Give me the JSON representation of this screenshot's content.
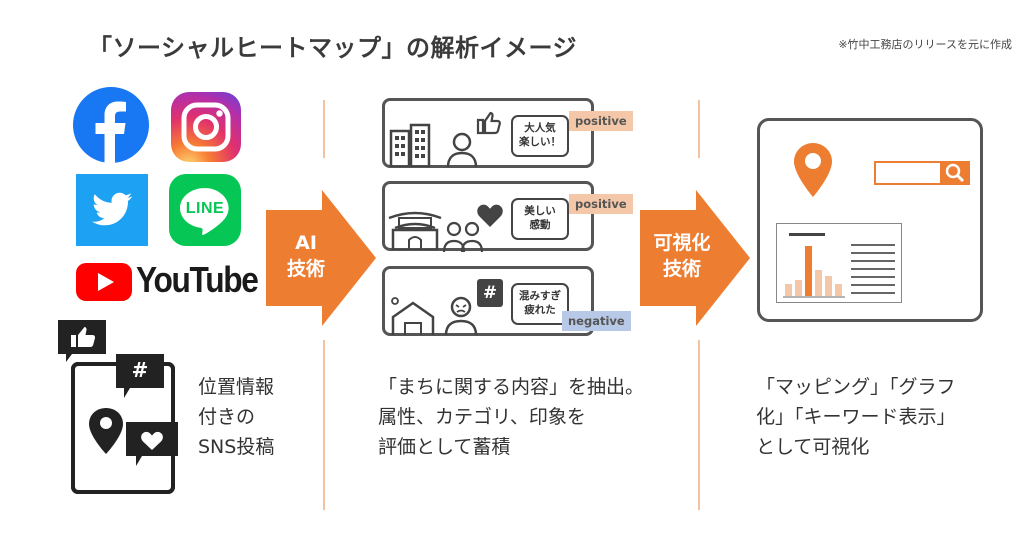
{
  "title": "「ソーシャルヒートマップ」の解析イメージ",
  "source_note": "※竹中工務店のリリースを元に作成",
  "colors": {
    "accent": "#ed7d31",
    "divider": "#f1c3a3",
    "positive": "#f5c7a9",
    "negative": "#b7c9e6",
    "facebook": "#1877f2",
    "twitter": "#1da1f2",
    "line": "#06c755",
    "youtube": "#ff0000"
  },
  "sources": {
    "icons": [
      "facebook-icon",
      "instagram-icon",
      "twitter-icon",
      "line-icon",
      "youtube-icon"
    ],
    "line_text": "LINE",
    "youtube_text": "YouTube",
    "caption": "位置情報\n付きの\nSNS投稿",
    "phone_badges": [
      "thumbs-up-icon",
      "#",
      "heart-icon"
    ]
  },
  "arrow1": {
    "label": "AI\n技術"
  },
  "analysis": {
    "panels": [
      {
        "bubble": "大人気\n楽しい！",
        "sentiment": "positive"
      },
      {
        "bubble": "美しい\n感動",
        "sentiment": "positive"
      },
      {
        "bubble": "混みすぎ\n疲れた",
        "sentiment": "negative",
        "hash": "#"
      }
    ],
    "caption": "「まちに関する内容」を抽出。\n属性、カテゴリ、印象を\n評価として蓄積"
  },
  "arrow2": {
    "label": "可視化\n技術"
  },
  "visualization": {
    "caption": "「マッピング」「グラフ\n化」「キーワード表示」\nとして可視化"
  }
}
